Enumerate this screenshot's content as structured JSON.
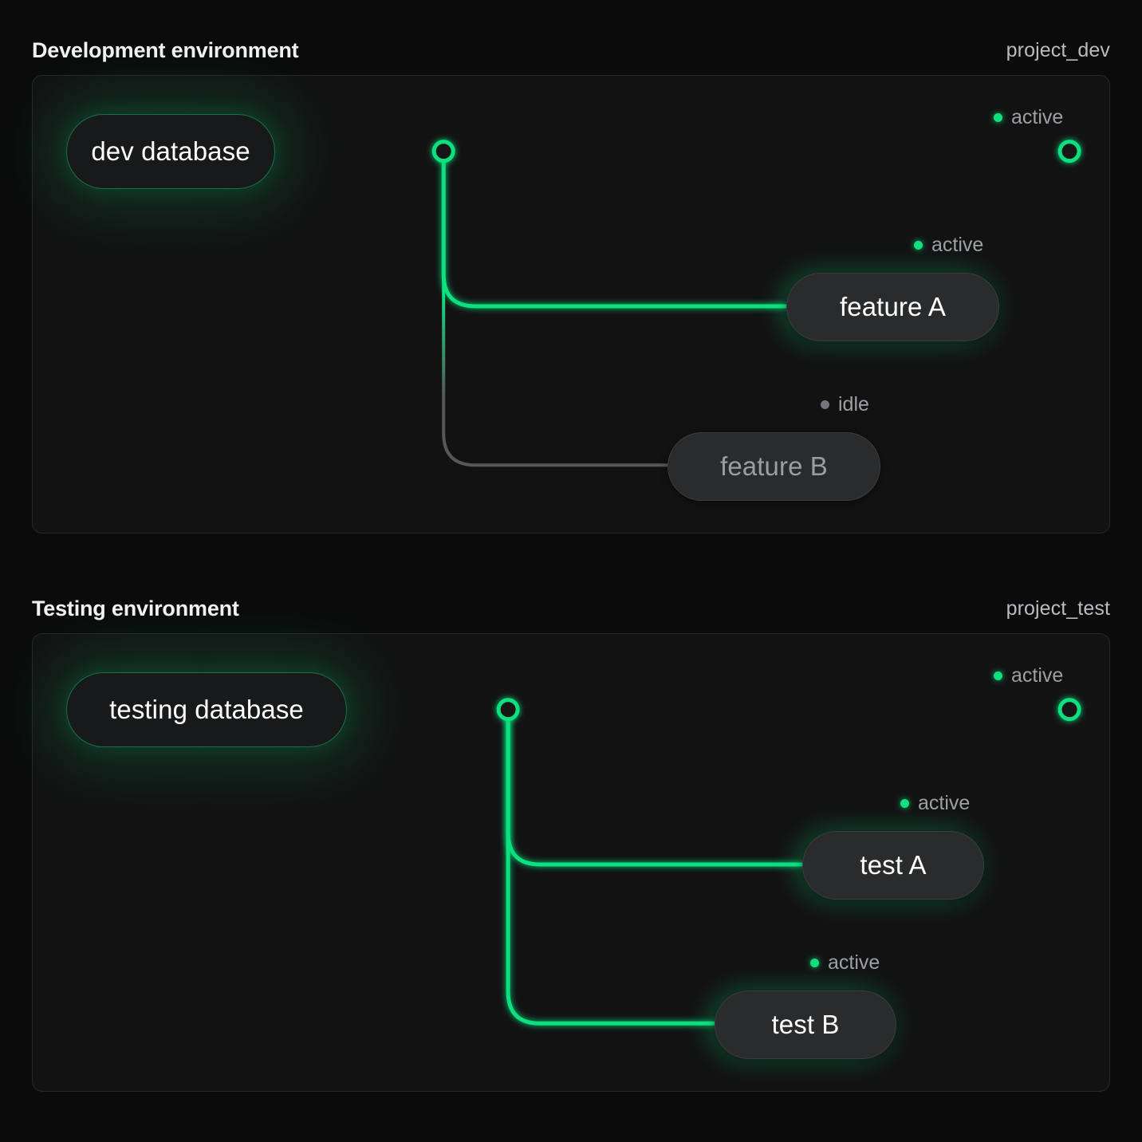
{
  "theme": {
    "background": "#0b0b0c",
    "panel_bg": "#121213",
    "panel_border": "#262729",
    "accent_green": "#10e07e",
    "idle_gray": "#555759",
    "text_primary": "#f1f2f3",
    "text_muted": "#9ca0a5"
  },
  "sections": [
    {
      "title": "Development environment",
      "project": "project_dev",
      "database": {
        "label": "dev database",
        "status": "active"
      },
      "endpoint": {
        "status_label": "active",
        "state": "active"
      },
      "services": [
        {
          "label": "feature A",
          "status_label": "active",
          "state": "active"
        },
        {
          "label": "feature B",
          "status_label": "idle",
          "state": "idle"
        }
      ]
    },
    {
      "title": "Testing environment",
      "project": "project_test",
      "database": {
        "label": "testing database",
        "status": "active"
      },
      "endpoint": {
        "status_label": "active",
        "state": "active"
      },
      "services": [
        {
          "label": "test A",
          "status_label": "active",
          "state": "active"
        },
        {
          "label": "test B",
          "status_label": "active",
          "state": "active"
        }
      ]
    }
  ]
}
